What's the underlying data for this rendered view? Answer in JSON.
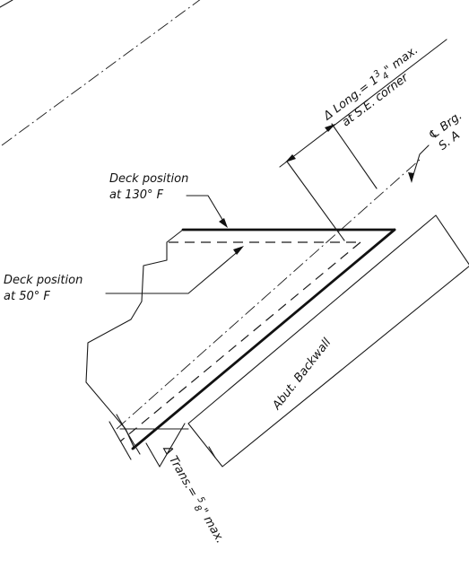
{
  "labels": {
    "deck_position_hot_line1": "Deck position",
    "deck_position_hot_line2": "at 130° F",
    "deck_position_cold_line1": "Deck position",
    "deck_position_cold_line2": "at 50° F",
    "delta_long_line1_a": "Δ Long.= 1",
    "delta_long_frac_num": "3",
    "delta_long_frac_den": "4",
    "delta_long_line1_b": "\" max.",
    "delta_long_line2": "at S.E. corner",
    "bearing_line1": "℄ Brg.",
    "bearing_line2": "S. A",
    "abutment_backwall": "Abut. Backwall",
    "delta_trans_a": "Δ Trans.= ",
    "delta_trans_frac_num": "5",
    "delta_trans_frac_den": "8",
    "delta_trans_b": "\" max."
  }
}
